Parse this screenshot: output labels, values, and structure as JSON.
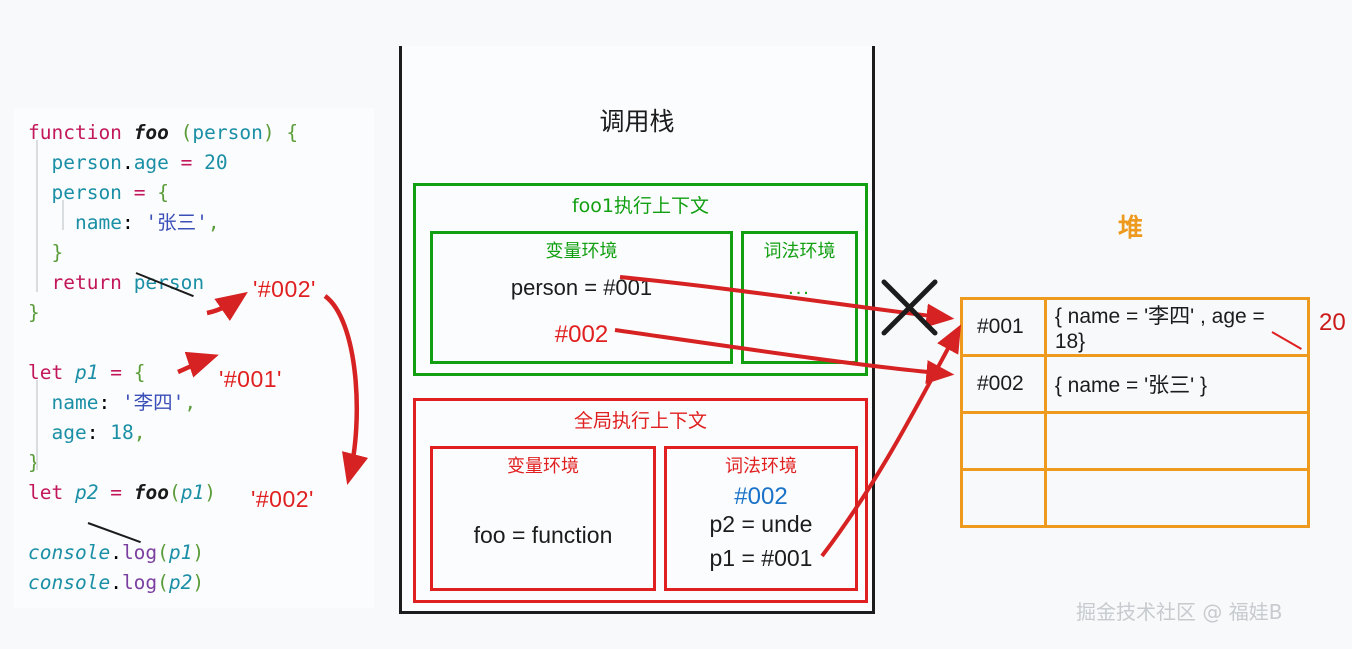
{
  "code": {
    "lines": [
      {
        "tokens": [
          {
            "t": "function",
            "c": "kw"
          },
          {
            "t": " ",
            "c": "plain"
          },
          {
            "t": "foo",
            "c": "fn"
          },
          {
            "t": " ",
            "c": "plain"
          },
          {
            "t": "(",
            "c": "punc"
          },
          {
            "t": "person",
            "c": "var"
          },
          {
            "t": ")",
            "c": "punc"
          },
          {
            "t": " ",
            "c": "plain"
          },
          {
            "t": "{",
            "c": "punc"
          }
        ],
        "indent": 0
      },
      {
        "tokens": [
          {
            "t": "person",
            "c": "var"
          },
          {
            "t": ".",
            "c": "plain"
          },
          {
            "t": "age",
            "c": "prop"
          },
          {
            "t": " ",
            "c": "plain"
          },
          {
            "t": "=",
            "c": "op"
          },
          {
            "t": " ",
            "c": "plain"
          },
          {
            "t": "20",
            "c": "num"
          }
        ],
        "indent": 1
      },
      {
        "tokens": [
          {
            "t": "person",
            "c": "var"
          },
          {
            "t": " ",
            "c": "plain"
          },
          {
            "t": "=",
            "c": "op"
          },
          {
            "t": " ",
            "c": "plain"
          },
          {
            "t": "{",
            "c": "punc"
          }
        ],
        "indent": 1
      },
      {
        "tokens": [
          {
            "t": "name",
            "c": "prop"
          },
          {
            "t": ":",
            "c": "plain"
          },
          {
            "t": " ",
            "c": "plain"
          },
          {
            "t": "'张三'",
            "c": "str"
          },
          {
            "t": ",",
            "c": "comma"
          }
        ],
        "indent": 2
      },
      {
        "tokens": [
          {
            "t": "}",
            "c": "punc"
          }
        ],
        "indent": 1
      },
      {
        "tokens": [
          {
            "t": "return",
            "c": "kw"
          },
          {
            "t": " ",
            "c": "plain"
          },
          {
            "t": "person",
            "c": "var"
          }
        ],
        "indent": 1
      },
      {
        "tokens": [
          {
            "t": "}",
            "c": "punc"
          }
        ],
        "indent": 0
      },
      {
        "tokens": [],
        "indent": 0
      },
      {
        "tokens": [
          {
            "t": "let",
            "c": "kw"
          },
          {
            "t": " ",
            "c": "plain"
          },
          {
            "t": "p1",
            "c": "id"
          },
          {
            "t": " ",
            "c": "plain"
          },
          {
            "t": "=",
            "c": "op"
          },
          {
            "t": " ",
            "c": "plain"
          },
          {
            "t": "{",
            "c": "punc"
          }
        ],
        "indent": 0
      },
      {
        "tokens": [
          {
            "t": "name",
            "c": "prop"
          },
          {
            "t": ":",
            "c": "plain"
          },
          {
            "t": " ",
            "c": "plain"
          },
          {
            "t": "'李四'",
            "c": "str"
          },
          {
            "t": ",",
            "c": "comma"
          }
        ],
        "indent": 1
      },
      {
        "tokens": [
          {
            "t": "age",
            "c": "prop"
          },
          {
            "t": ":",
            "c": "plain"
          },
          {
            "t": " ",
            "c": "plain"
          },
          {
            "t": "18",
            "c": "num"
          },
          {
            "t": ",",
            "c": "comma"
          }
        ],
        "indent": 1
      },
      {
        "tokens": [
          {
            "t": "}",
            "c": "punc"
          }
        ],
        "indent": 0
      },
      {
        "tokens": [
          {
            "t": "let",
            "c": "kw"
          },
          {
            "t": " ",
            "c": "plain"
          },
          {
            "t": "p2",
            "c": "id"
          },
          {
            "t": " ",
            "c": "plain"
          },
          {
            "t": "=",
            "c": "op"
          },
          {
            "t": " ",
            "c": "plain"
          },
          {
            "t": "foo",
            "c": "fn"
          },
          {
            "t": "(",
            "c": "punc"
          },
          {
            "t": "p1",
            "c": "id"
          },
          {
            "t": ")",
            "c": "punc"
          }
        ],
        "indent": 0
      },
      {
        "tokens": [],
        "indent": 0
      },
      {
        "tokens": [
          {
            "t": "console",
            "c": "id"
          },
          {
            "t": ".",
            "c": "plain"
          },
          {
            "t": "log",
            "c": "meth"
          },
          {
            "t": "(",
            "c": "punc"
          },
          {
            "t": "p1",
            "c": "id"
          },
          {
            "t": ")",
            "c": "punc"
          }
        ],
        "indent": 0
      },
      {
        "tokens": [
          {
            "t": "console",
            "c": "id"
          },
          {
            "t": ".",
            "c": "plain"
          },
          {
            "t": "log",
            "c": "meth"
          },
          {
            "t": "(",
            "c": "punc"
          },
          {
            "t": "p2",
            "c": "id"
          },
          {
            "t": ")",
            "c": "punc"
          }
        ],
        "indent": 0
      }
    ],
    "annotations": {
      "return_ref": "'#002'",
      "p1_ref": "'#001'",
      "p2_ref": "'#002'"
    }
  },
  "call_stack": {
    "title": "调用栈",
    "foo_context": {
      "title": "foo1执行上下文",
      "variable_env": {
        "title": "变量环境",
        "row_person": "person = #001",
        "row_new_ref": "#002"
      },
      "lexical_env": {
        "title": "词法环境",
        "content": "..."
      }
    },
    "global_context": {
      "title": "全局执行上下文",
      "variable_env": {
        "title": "变量环境",
        "row_foo": "foo = function"
      },
      "lexical_env": {
        "title": "词法环境",
        "new_ref": "#002",
        "row_p2": "p2 = unde",
        "row_p1": "p1 = #001"
      }
    }
  },
  "heap": {
    "title": "堆",
    "rows": [
      {
        "address": "#001",
        "value": "{ name = '李四' , age = 18}"
      },
      {
        "address": "#002",
        "value": "{ name = '张三' }"
      },
      {
        "address": "",
        "value": ""
      },
      {
        "address": "",
        "value": ""
      }
    ],
    "age_annotation": "20"
  },
  "watermark": "掘金技术社区 @ 福娃B",
  "colors": {
    "background": "#f7f9fa",
    "stack_border": "#1c1c1c",
    "foo_context": "#12a012",
    "global_context": "#e02020",
    "heap_border": "#ee9a1e",
    "heap_title": "#ee9a1e",
    "arrow_red": "#d62222",
    "annotation_red": "#e02020",
    "annotation_blue": "#1a73c8",
    "watermark": "#c7cbcf"
  }
}
